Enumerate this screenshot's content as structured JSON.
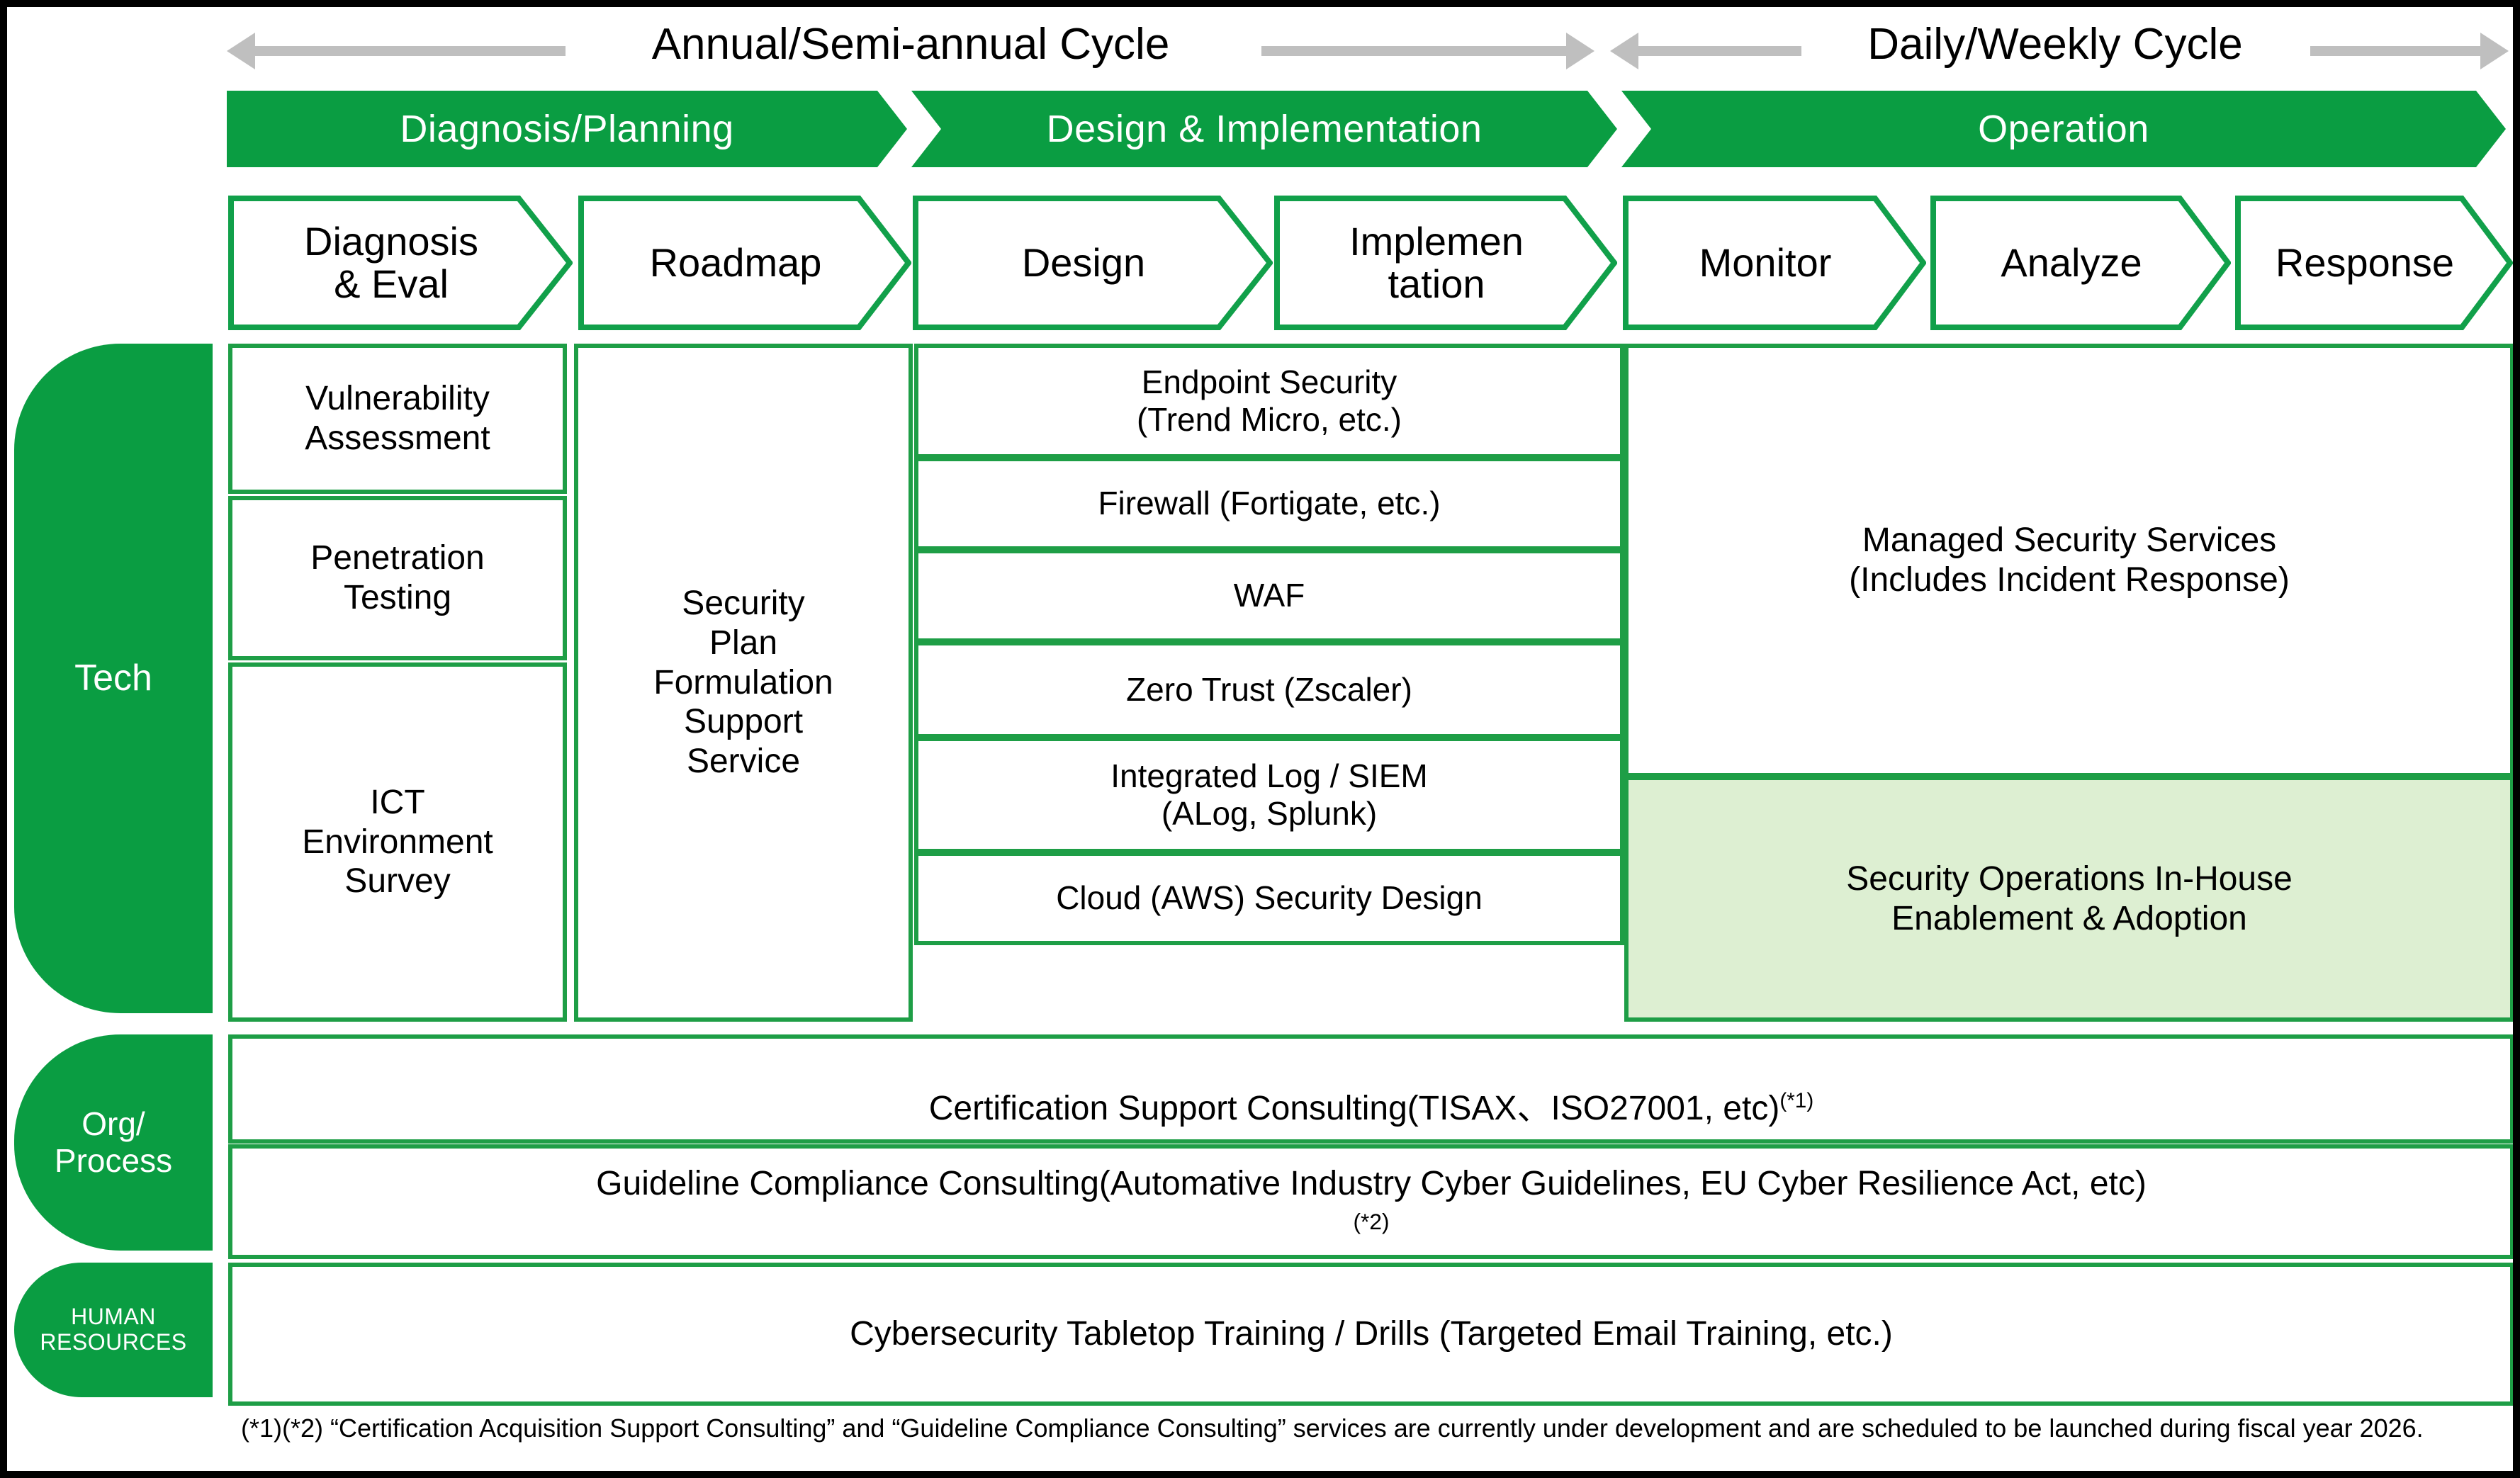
{
  "cycles": [
    {
      "label": "Annual/Semi-annual Cycle"
    },
    {
      "label": "Daily/Weekly Cycle"
    }
  ],
  "phases": [
    {
      "label": "Diagnosis/Planning"
    },
    {
      "label": "Design & Implementation"
    },
    {
      "label": "Operation"
    }
  ],
  "stages": [
    {
      "label": "Diagnosis\n& Eval"
    },
    {
      "label": "Roadmap"
    },
    {
      "label": "Design"
    },
    {
      "label": "Implemen\ntation"
    },
    {
      "label": "Monitor"
    },
    {
      "label": "Analyze"
    },
    {
      "label": "Response"
    }
  ],
  "categories": [
    {
      "label": "Tech"
    },
    {
      "label": "Org/\nProcess"
    },
    {
      "label": "HUMAN\nRESOURCES"
    }
  ],
  "tech": {
    "diagnosis_items": [
      {
        "label": "Vulnerability\nAssessment"
      },
      {
        "label": "Penetration\nTesting"
      },
      {
        "label": "ICT\nEnvironment\nSurvey"
      }
    ],
    "roadmap_item": {
      "label": "Security\nPlan\nFormulation\nSupport\nService"
    },
    "design_items": [
      {
        "label": "Endpoint Security\n(Trend Micro, etc.)"
      },
      {
        "label": "Firewall (Fortigate, etc.)"
      },
      {
        "label": "WAF"
      },
      {
        "label": "Zero Trust (Zscaler)"
      },
      {
        "label": "Integrated Log / SIEM\n(ALog, Splunk)"
      },
      {
        "label": "Cloud (AWS) Security Design"
      }
    ],
    "operation_items": [
      {
        "label": "Managed Security Services\n(Includes Incident Response)",
        "highlight": false
      },
      {
        "label": "Security Operations In-House\nEnablement & Adoption",
        "highlight": true
      }
    ]
  },
  "org_process": {
    "items": [
      {
        "label": "Certification Support Consulting(TISAX、ISO27001, etc)",
        "marker": "(*1)"
      },
      {
        "label": "Guideline Compliance Consulting(Automative Industry Cyber Guidelines, EU Cyber Resilience Act, etc)",
        "marker": "(*2)"
      }
    ]
  },
  "human_resources": {
    "items": [
      {
        "label": "Cybersecurity Tabletop Training / Drills (Targeted Email Training, etc.)"
      }
    ]
  },
  "footnote": {
    "text": "(*1)(*2) “Certification Acquisition Support Consulting” and “Guideline Compliance Consulting” services are currently under development and are scheduled to be launched during fiscal year 2026."
  },
  "colors": {
    "brand_green": "#0A9D42",
    "border_green": "#1E9E46",
    "light_green": "#DDEFD2",
    "arrow_gray": "#BFBFBF"
  }
}
